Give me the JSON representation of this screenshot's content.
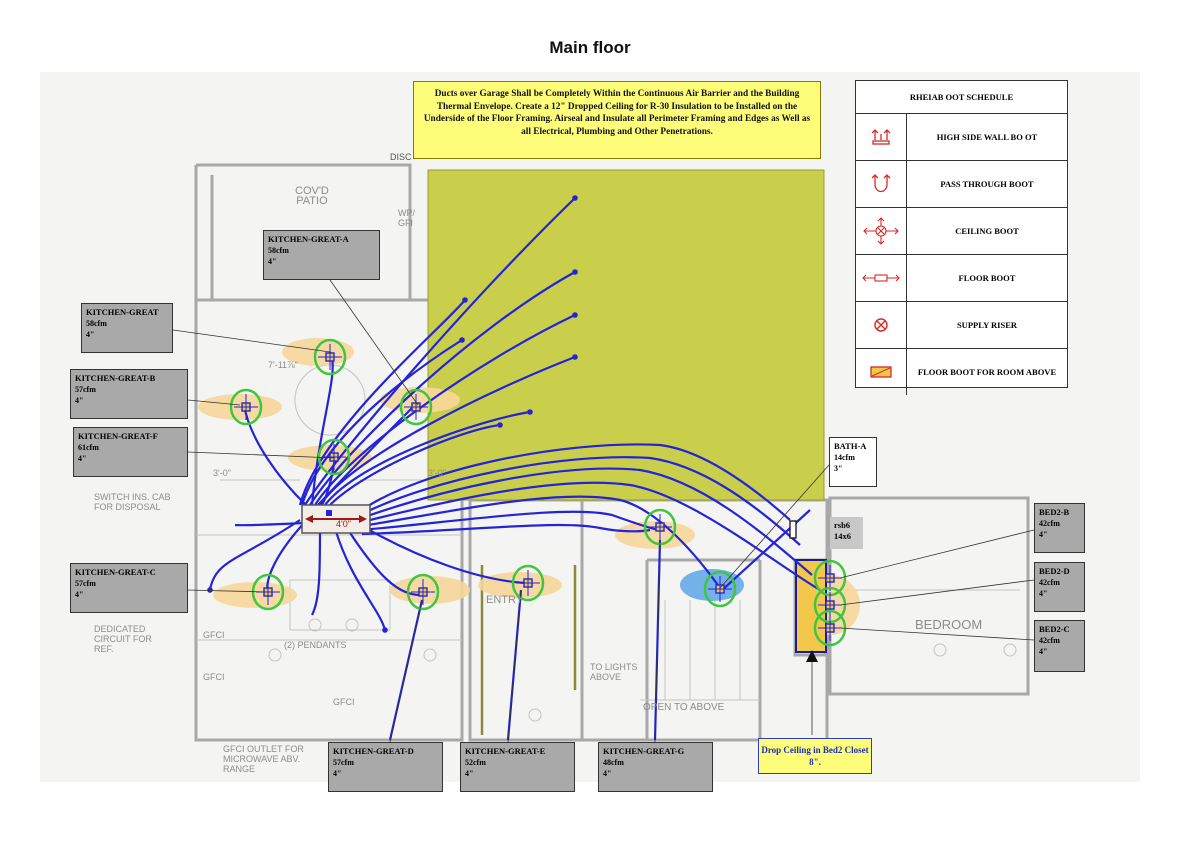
{
  "page_title": "Main floor",
  "note": "Ducts over Garage Shall be Completely Within the Continuous Air Barrier and the Building Thermal Envelope. Create a 12\" Dropped Ceiling for R-30 Insulation to be Installed on the Underside of the Floor Framing. Airseal and Insulate all Perimeter Framing and Edges as Well as all Electrical, Plumbing and Other Penetrations.",
  "schedule": {
    "title": "RHEIAB OOT SCHEDULE",
    "rows": [
      {
        "icon": "high-side-wall-boot-icon",
        "label": "HIGH SIDE WALL BO OT"
      },
      {
        "icon": "pass-through-boot-icon",
        "label": "PASS THROUGH BOOT"
      },
      {
        "icon": "ceiling-boot-icon",
        "label": "CEILING BOOT"
      },
      {
        "icon": "floor-boot-icon",
        "label": "FLOOR BOOT"
      },
      {
        "icon": "supply-riser-icon",
        "label": "SUPPLY RISER"
      },
      {
        "icon": "floor-boot-room-above-icon",
        "label": "FLOOR BOOT FOR ROOM ABOVE"
      }
    ]
  },
  "duct_tags": [
    {
      "name": "KITCHEN-GREAT-A",
      "cfm": "58cfm",
      "size": "4\""
    },
    {
      "name": "KITCHEN-GREAT",
      "cfm": "58cfm",
      "size": "4\""
    },
    {
      "name": "KITCHEN-GREAT-B",
      "cfm": "57cfm",
      "size": "4\""
    },
    {
      "name": "KITCHEN-GREAT-F",
      "cfm": "61cfm",
      "size": "4\""
    },
    {
      "name": "KITCHEN-GREAT-C",
      "cfm": "57cfm",
      "size": "4\""
    },
    {
      "name": "KITCHEN-GREAT-D",
      "cfm": "57cfm",
      "size": "4\""
    },
    {
      "name": "KITCHEN-GREAT-E",
      "cfm": "52cfm",
      "size": "4\""
    },
    {
      "name": "KITCHEN-GREAT-G",
      "cfm": "48cfm",
      "size": "4\""
    },
    {
      "name": "BATH-A",
      "cfm": "14cfm",
      "size": "3\""
    },
    {
      "name": "BED2-B",
      "cfm": "42cfm",
      "size": "4\""
    },
    {
      "name": "BED2-D",
      "cfm": "42cfm",
      "size": "4\""
    },
    {
      "name": "BED2-C",
      "cfm": "42cfm",
      "size": "4\""
    }
  ],
  "riser_box": {
    "label": "rsb6",
    "size": "14x6"
  },
  "trunk_label": "4'0\"",
  "drop_note": "Drop Ceiling in Bed2 Closet 8\".",
  "plan_text": {
    "patio": "COV'D\nPATIO",
    "disc": "DISC",
    "wp_gfi": "WP/\nGFI",
    "switch": "SWITCH INS. CAB\nFOR DISPOSAL",
    "dedicated": "DEDICATED\nCIRCUIT FOR\nREF.",
    "pendants": "(2) PENDANTS",
    "gfci_outlet": "GFCI OUTLET FOR\nMICROWAVE ABV.\nRANGE",
    "entry": "ENTRY",
    "to_lights": "TO LIGHTS\nABOVE",
    "open_above": "OPEN TO ABOVE",
    "bedroom": "BEDROOM",
    "dim_7": "7'-11⅞\"",
    "dim_3a": "3'-0\"",
    "dim_3b": "3'-0\"",
    "gfci1": "GFCI",
    "gfci2": "GFCI",
    "gfci3": "GFCI"
  },
  "colors": {
    "duct": "#2424d6",
    "garage": "#c9cf4a",
    "note_bg": "#fdfd7a",
    "tag_bg": "#a9a9a9",
    "boot_ring": "#3ec63e",
    "highlight": "#f7d79a",
    "bath_highlight": "#5aa6e8"
  }
}
